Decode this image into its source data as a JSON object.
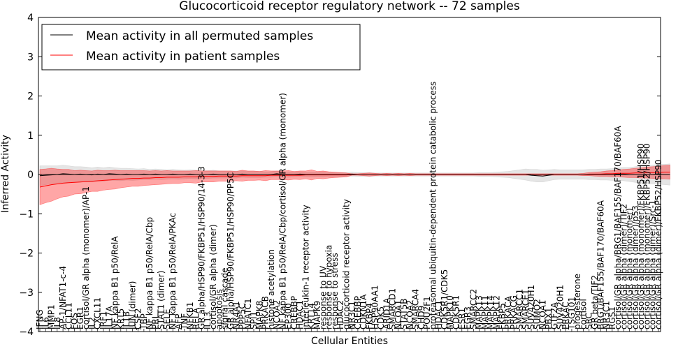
{
  "chart_data": {
    "type": "line",
    "title": "Glucocorticoid receptor regulatory network -- 72 samples",
    "xlabel": "Cellular Entities",
    "ylabel": "Inferred Activity",
    "ylim": [
      -4,
      4
    ],
    "yticks": [
      -4,
      -3,
      -2,
      -1,
      0,
      1,
      2,
      3,
      4
    ],
    "legend_placement": "top-left",
    "grid": false,
    "categories": [
      "IFNG",
      "IL6",
      "MMP1",
      "IL8",
      "AP-1/NFAT1-c-4",
      "CCL11",
      "FOS",
      "EGR1",
      "cortisol/GR alpha (monomer)/AP-1",
      "IL2",
      "CXCL11",
      "IRF1",
      "IL17A",
      "NF kappa B1 p50/RelA",
      "KRT5",
      "IL1B",
      "JUN (dimer)",
      "CSF2",
      "TBP",
      "NF kappa B1 p50/RelA/Cbp",
      "PRL",
      "STAT1 (dimer)",
      "SELE",
      "NF kappa B1 p50/RelA/PKAc",
      "AFP",
      "TNF",
      "NFKB1",
      "RELA",
      "GR alpha/HSP90/FKBP51/HSP90/14-3-3",
      "IL13",
      "cortisol/GR alpha (dimer)",
      "apoptosis",
      "signal cascade",
      "GR alpha/HSP90/FKBP51/HSP90/PP5C",
      "NR4A1",
      "PPP5C",
      "NFATC1",
      "SPI1",
      "MAPK8",
      "PRKACB",
      "histone acetylation",
      "NCOA2",
      "NF kappa B1 p50/RelA/Cbp/cortisol/GR alpha (monomer)",
      "EP300",
      "CREBBP",
      "HDAC1",
      "interleukin-1 receptor activity",
      "KRT14",
      "MAPK9",
      "response to UV",
      "response to hypoxia",
      "response to stress",
      "HDAC2",
      "glucocorticoid receptor activity",
      "NR3C1",
      "CREBBP",
      "CDKN1A",
      "FKBP4",
      "HSP90AA1",
      "CDK5",
      "ARID1A",
      "SMARCD1",
      "NCOA1",
      "STAT5B",
      "NCOA2",
      "SMARCA4",
      "CHD9",
      "POU2F1",
      "proteasomal ubiquitin-dependent protein catabolic process",
      "HDAC1",
      "CDK5R1/CDK5",
      "MAPK10",
      "CDK5R1",
      "ESR1",
      "EGR3",
      "SMARCC2",
      "MAPK13",
      "MAPK11",
      "MAPK14",
      "MAPK12",
      "FKBP5",
      "PRKACA",
      "PRKACG",
      "SMARCC1",
      "SMARCE1",
      "SUV420H1",
      "SUMO2",
      "NCOA1",
      "PBX1",
      "GTF2A",
      "SUV420H1",
      "PRKAC",
      "TSG101",
      "progesterone",
      "cortisol",
      "SRC",
      "GR beta/TIF2",
      "BRG1/BAF155/BAF170/BAF60A",
      "NR3C1",
      "RGS1",
      "cortisol/GR alpha/BRG1/BAF155/BAF170/BAF60A",
      "cortisol/GR alpha (dimer)/TIF2",
      "cortisol/GR alpha (monomer)",
      "cortisol/GR alpha (dimer)/p53",
      "cortisol/GR alpha (monomer)/FKBP51/HSP90",
      "cortisol/GR alpha (monomer)/FKBP52/HSP90",
      "cortisol/GR alpha (dimer)/Src-1",
      "cortisol/GR alpha (dimer)/FKBP52/HSP90"
    ],
    "series": [
      {
        "name": "Mean activity in all permuted samples",
        "color": "#000000",
        "band_color": "#aaaaaa",
        "mean": [
          -0.03,
          -0.02,
          -0.01,
          0.0,
          0.02,
          0.01,
          0.0,
          0.01,
          0.0,
          -0.01,
          0.01,
          0.0,
          0.02,
          0.01,
          0.0,
          0.01,
          0.0,
          0.0,
          0.01,
          0.0,
          0.01,
          0.0,
          0.0,
          0.01,
          0.0,
          0.0,
          0.01,
          0.0,
          0.0,
          0.0,
          0.01,
          0.0,
          0.0,
          0.0,
          0.0,
          0.01,
          0.0,
          0.0,
          0.0,
          0.0,
          0.0,
          0.02,
          0.0,
          0.0,
          0.0,
          0.01,
          0.0,
          0.0,
          0.0,
          0.0,
          0.0,
          0.0,
          0.0,
          0.0,
          0.01,
          0.0,
          0.0,
          0.0,
          0.0,
          0.0,
          0.0,
          0.0,
          0.0,
          0.0,
          0.0,
          0.0,
          0.0,
          0.0,
          0.0,
          0.0,
          0.0,
          0.0,
          0.0,
          0.0,
          0.0,
          0.0,
          0.0,
          0.0,
          0.0,
          0.0,
          0.0,
          0.0,
          0.0,
          0.0,
          0.0,
          -0.02,
          -0.03,
          -0.04,
          -0.02,
          0.0,
          0.0,
          0.0,
          0.0,
          0.0,
          0.0,
          0.0,
          0.0,
          0.0,
          0.0,
          0.0,
          0.01,
          0.01,
          0.0,
          0.0,
          0.0,
          0.0,
          0.0,
          0.01,
          0.0,
          0.0
        ],
        "spread": [
          0.25,
          0.24,
          0.23,
          0.22,
          0.22,
          0.21,
          0.2,
          0.19,
          0.19,
          0.18,
          0.18,
          0.17,
          0.17,
          0.16,
          0.16,
          0.15,
          0.15,
          0.14,
          0.14,
          0.13,
          0.13,
          0.13,
          0.12,
          0.12,
          0.12,
          0.11,
          0.11,
          0.11,
          0.1,
          0.1,
          0.1,
          0.09,
          0.09,
          0.09,
          0.09,
          0.08,
          0.08,
          0.08,
          0.08,
          0.07,
          0.07,
          0.07,
          0.07,
          0.07,
          0.06,
          0.06,
          0.06,
          0.06,
          0.06,
          0.06,
          0.05,
          0.05,
          0.05,
          0.05,
          0.05,
          0.05,
          0.05,
          0.05,
          0.04,
          0.04,
          0.04,
          0.04,
          0.04,
          0.04,
          0.04,
          0.04,
          0.04,
          0.04,
          0.04,
          0.04,
          0.04,
          0.04,
          0.04,
          0.04,
          0.04,
          0.04,
          0.05,
          0.05,
          0.05,
          0.06,
          0.07,
          0.08,
          0.1,
          0.12,
          0.14,
          0.15,
          0.16,
          0.15,
          0.14,
          0.13,
          0.12,
          0.12,
          0.12,
          0.12,
          0.12,
          0.13,
          0.13,
          0.14,
          0.14,
          0.15,
          0.16,
          0.17,
          0.18,
          0.2,
          0.22,
          0.23,
          0.24,
          0.25,
          0.26,
          0.27
        ]
      },
      {
        "name": "Mean activity in patient samples",
        "color": "#ff0000",
        "band_color": "#ff0000",
        "mean": [
          -0.32,
          -0.29,
          -0.26,
          -0.24,
          -0.22,
          -0.21,
          -0.2,
          -0.19,
          -0.18,
          -0.17,
          -0.16,
          -0.15,
          -0.14,
          -0.13,
          -0.12,
          -0.11,
          -0.1,
          -0.1,
          -0.09,
          -0.09,
          -0.08,
          -0.08,
          -0.07,
          -0.07,
          -0.07,
          -0.06,
          -0.06,
          -0.06,
          -0.05,
          -0.05,
          -0.05,
          -0.04,
          -0.04,
          -0.04,
          -0.04,
          -0.03,
          -0.03,
          -0.03,
          -0.03,
          -0.03,
          -0.02,
          -0.02,
          -0.02,
          -0.02,
          -0.02,
          -0.02,
          -0.01,
          -0.01,
          -0.01,
          -0.01,
          -0.01,
          -0.01,
          -0.01,
          -0.01,
          0.0,
          0.0,
          0.0,
          0.0,
          0.0,
          0.0,
          0.0,
          0.0,
          0.0,
          0.0,
          0.0,
          0.0,
          0.0,
          0.0,
          0.0,
          0.0,
          0.0,
          0.0,
          0.0,
          0.0,
          0.0,
          0.0,
          0.0,
          0.0,
          0.0,
          0.0,
          0.0,
          0.0,
          0.0,
          0.0,
          0.0,
          0.0,
          0.0,
          0.0,
          0.0,
          0.0,
          0.0,
          0.0,
          0.0,
          0.0,
          0.0,
          0.01,
          0.01,
          0.01,
          0.02,
          0.02,
          0.03,
          0.03,
          0.03,
          0.04,
          0.04,
          0.05,
          0.05,
          0.05,
          0.06,
          0.06
        ],
        "spread": [
          0.45,
          0.43,
          0.42,
          0.38,
          0.35,
          0.34,
          0.3,
          0.3,
          0.28,
          0.26,
          0.27,
          0.25,
          0.24,
          0.24,
          0.22,
          0.21,
          0.2,
          0.2,
          0.19,
          0.18,
          0.18,
          0.17,
          0.17,
          0.16,
          0.16,
          0.15,
          0.15,
          0.16,
          0.14,
          0.14,
          0.14,
          0.13,
          0.13,
          0.13,
          0.12,
          0.14,
          0.12,
          0.12,
          0.11,
          0.13,
          0.11,
          0.11,
          0.11,
          0.12,
          0.1,
          0.11,
          0.1,
          0.13,
          0.09,
          0.1,
          0.08,
          0.07,
          0.06,
          0.05,
          0.02,
          0.02,
          0.03,
          0.04,
          0.03,
          0.02,
          0.03,
          0.02,
          0.03,
          0.02,
          0.03,
          0.02,
          0.02,
          0.02,
          0.02,
          0.02,
          0.02,
          0.02,
          0.02,
          0.02,
          0.02,
          0.02,
          0.02,
          0.02,
          0.02,
          0.02,
          0.02,
          0.02,
          0.02,
          0.02,
          0.02,
          0.02,
          0.02,
          0.02,
          0.02,
          0.02,
          0.02,
          0.02,
          0.02,
          0.02,
          0.03,
          0.04,
          0.05,
          0.06,
          0.07,
          0.08,
          0.09,
          0.1,
          0.11,
          0.12,
          0.13,
          0.14,
          0.15,
          0.16,
          0.17,
          0.18
        ]
      }
    ]
  }
}
